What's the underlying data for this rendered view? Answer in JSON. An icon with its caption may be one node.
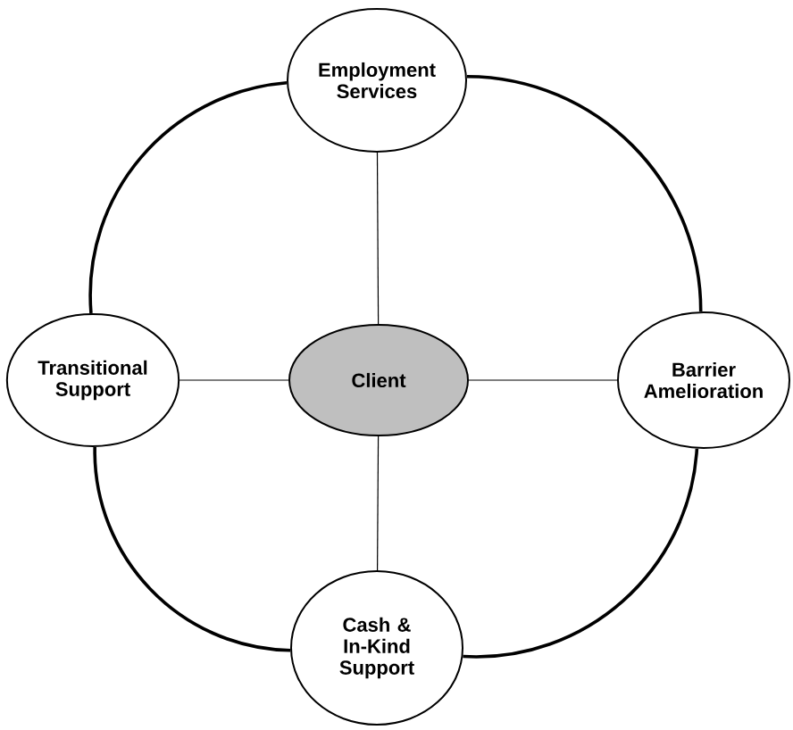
{
  "diagram": {
    "nodes": [
      {
        "text": [
          "Employment Services"
        ]
      },
      {
        "text": [
          "Transitional Support"
        ]
      },
      {
        "text": [
          "Client"
        ]
      },
      {
        "text": [
          "Barrier Amelioration"
        ]
      },
      {
        "text": [
          "Cash & In-Kind Support"
        ]
      }
    ],
    "edges": [
      {
        "from": 2,
        "to": 0,
        "arrow": "none"
      },
      {
        "from": 2,
        "to": 1,
        "arrow": "none"
      },
      {
        "from": 2,
        "to": 3,
        "arrow": "none"
      },
      {
        "from": 2,
        "to": 4,
        "arrow": "none"
      },
      {
        "from": 0,
        "to": 3,
        "arrow": "none"
      },
      {
        "from": 3,
        "to": 4,
        "arrow": "none"
      },
      {
        "from": 4,
        "to": 1,
        "arrow": "none"
      },
      {
        "from": 1,
        "to": 0,
        "arrow": "none"
      }
    ]
  }
}
